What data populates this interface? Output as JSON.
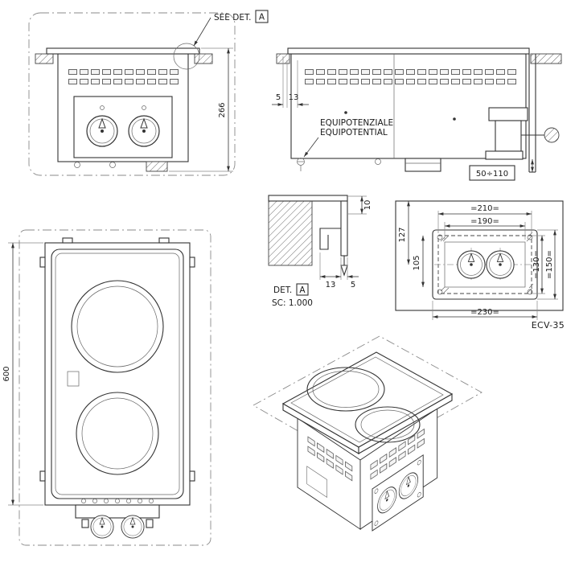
{
  "drawing": {
    "model_label": "ECV-35",
    "callouts": {
      "see_detail_prefix": "SEE DET.",
      "detail_ref": "A",
      "detail_prefix": "DET.",
      "detail_scale": "SC: 1.000",
      "equipotential_line1": "EQUIPOTENZIALE",
      "equipotential_line2": "EQUIPOTENTIAL"
    },
    "dimensions": {
      "front_height": "266",
      "side_gap": "5",
      "side_flange": "13",
      "leg_adjustment": "50÷110",
      "detail_thickness": "10",
      "detail_clamp_width": "13",
      "detail_gap": "5",
      "cutout_width": "=210=",
      "panel_width": "=190=",
      "front_offset": "127",
      "cutout_offset": "105",
      "cutout_height": "=130=",
      "flange_height": "=150=",
      "flange_width": "=230=",
      "plan_length": "600"
    }
  }
}
